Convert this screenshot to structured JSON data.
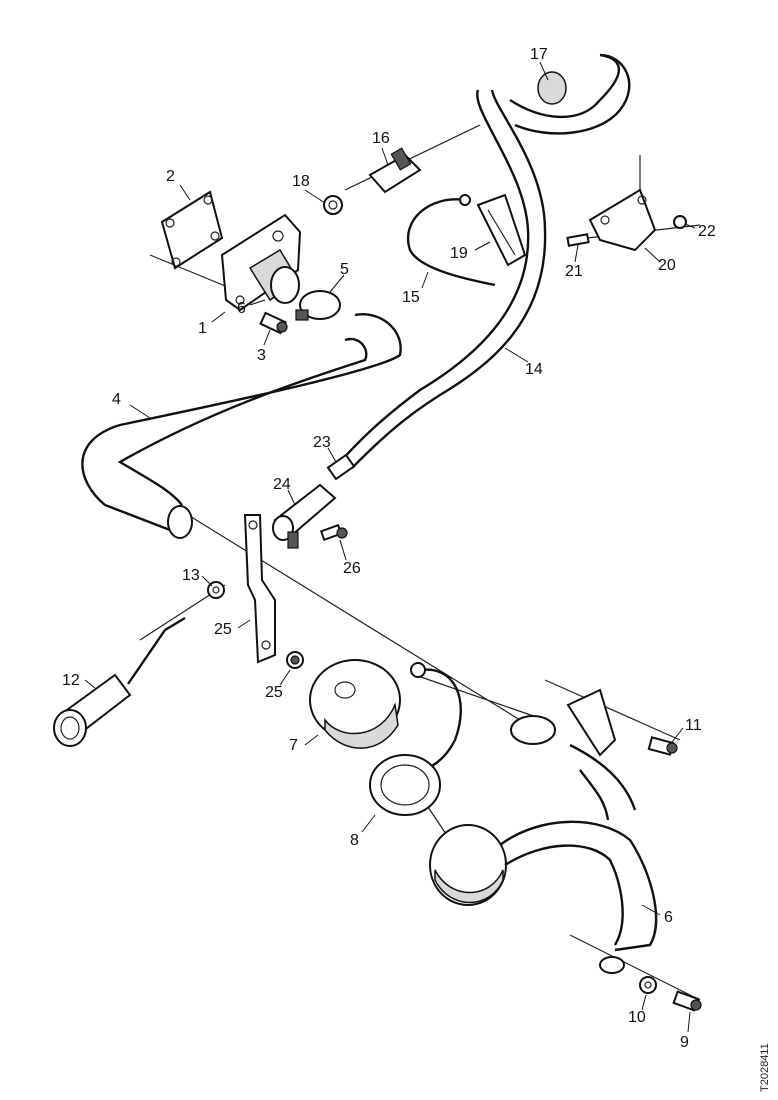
{
  "diagram": {
    "part_numbers": [
      "17",
      "16",
      "18",
      "2",
      "19",
      "22",
      "21",
      "20",
      "5",
      "15",
      "1",
      "3",
      "14",
      "4",
      "23",
      "24",
      "26",
      "13",
      "25",
      "12",
      "25",
      "7",
      "11",
      "8",
      "6",
      "10",
      "9",
      "6"
    ],
    "reference_code": "T2028411"
  },
  "colors": {
    "ink": "#111111",
    "background": "#ffffff",
    "shade": "#d9d9d9"
  }
}
